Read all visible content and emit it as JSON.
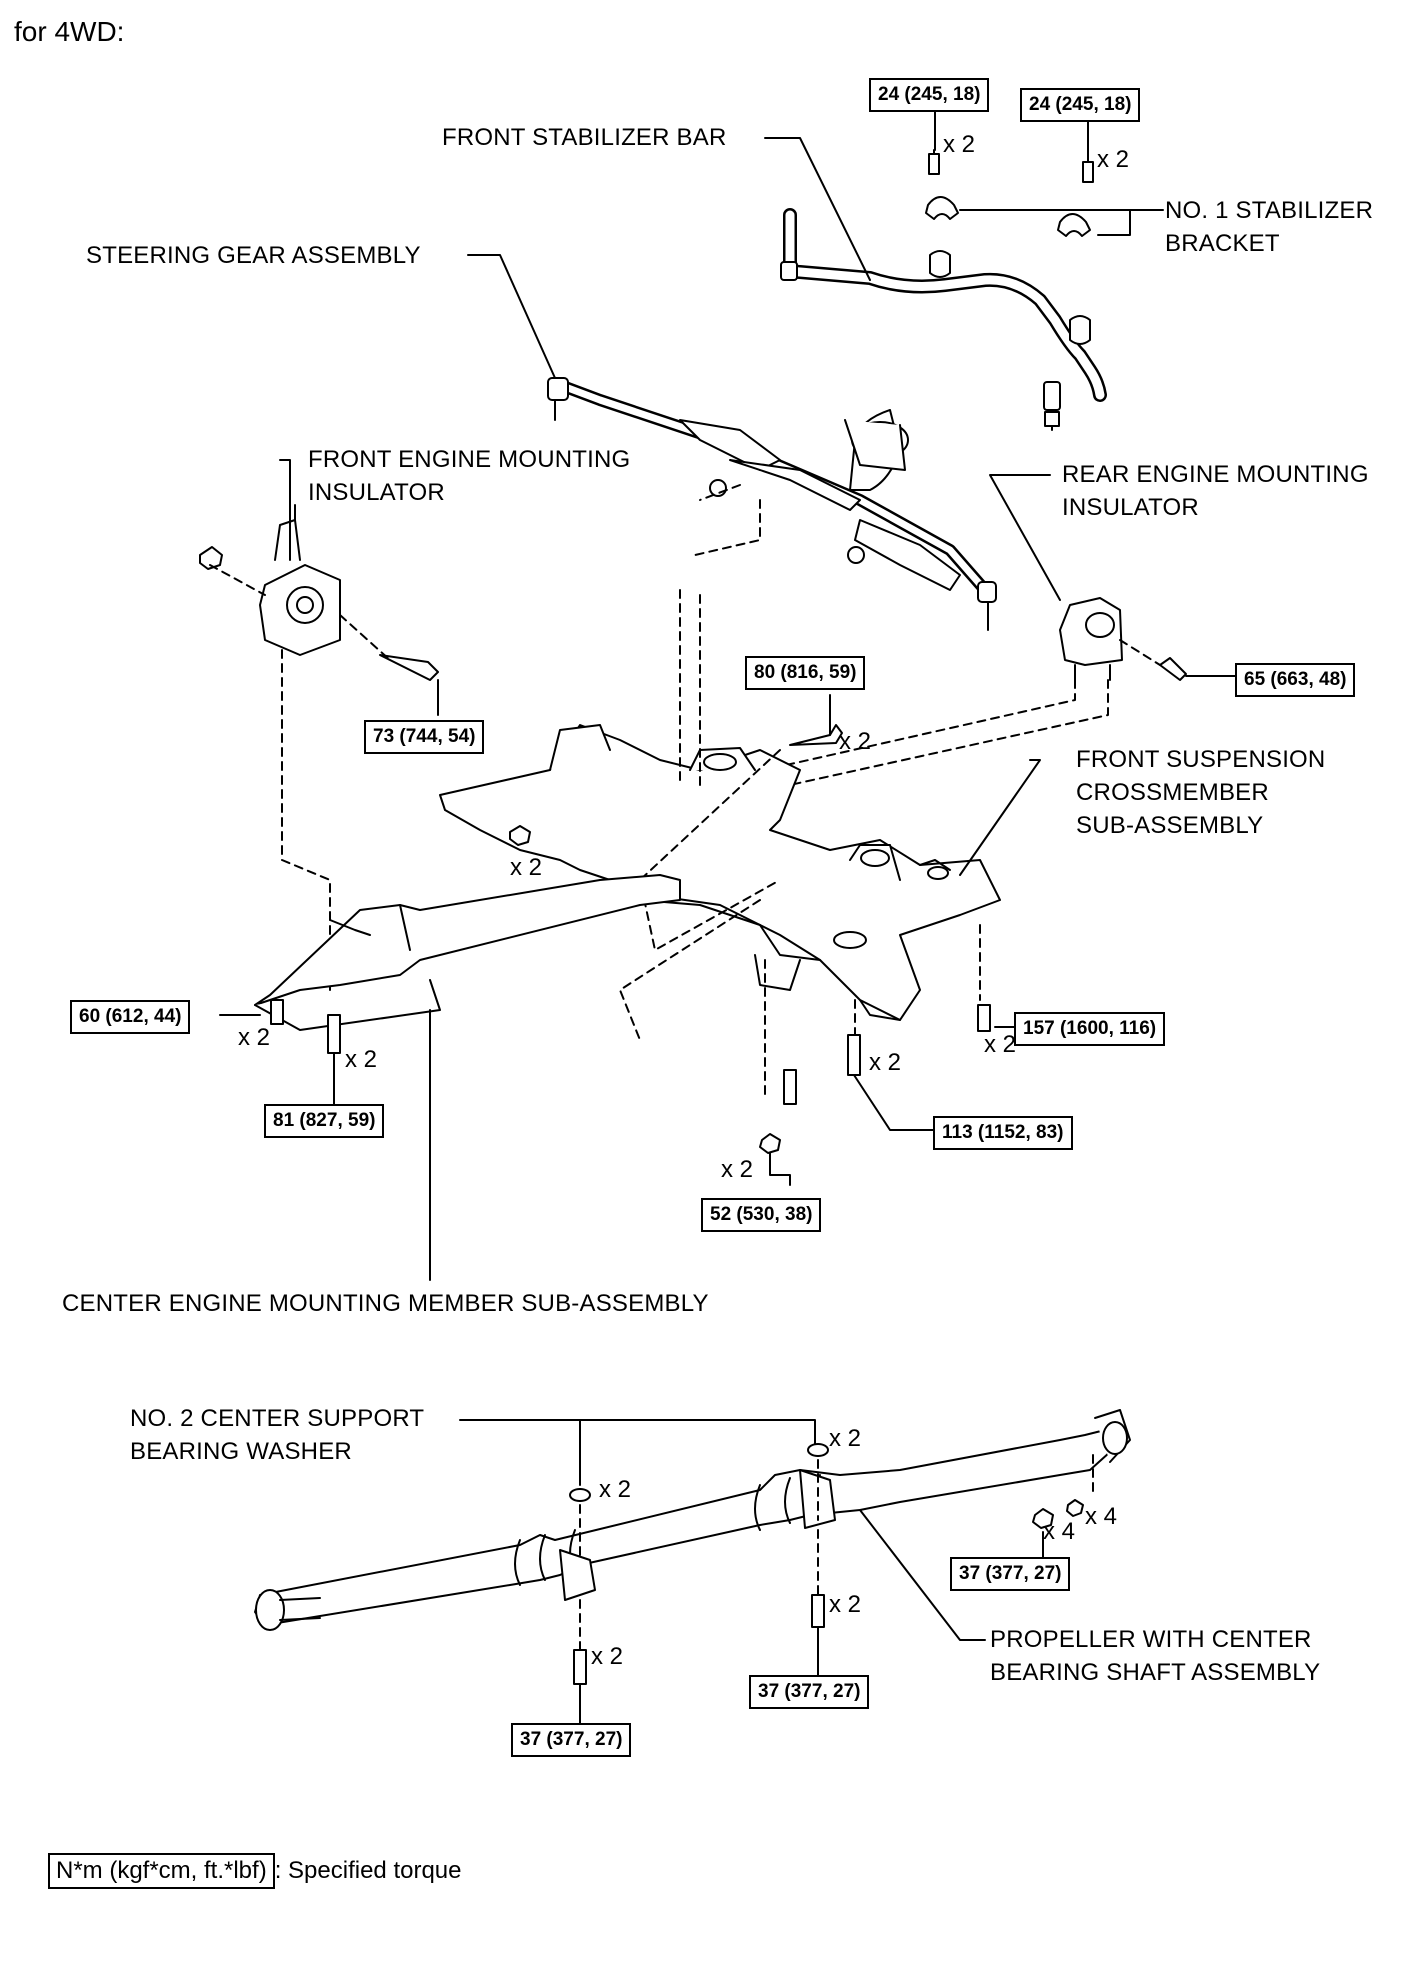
{
  "heading": "for 4WD:",
  "parts": {
    "front_stabilizer_bar": "FRONT STABILIZER BAR",
    "no1_stabilizer_bracket": [
      "NO. 1 STABILIZER",
      "BRACKET"
    ],
    "steering_gear_assembly": "STEERING GEAR ASSEMBLY",
    "front_engine_mounting_insulator": [
      "FRONT ENGINE MOUNTING",
      "INSULATOR"
    ],
    "rear_engine_mounting_insulator": [
      "REAR ENGINE MOUNTING",
      "INSULATOR"
    ],
    "front_suspension_crossmember": [
      "FRONT SUSPENSION",
      "CROSSMEMBER",
      "SUB-ASSEMBLY"
    ],
    "center_engine_mounting_member": "CENTER ENGINE MOUNTING MEMBER SUB-ASSEMBLY",
    "no2_center_support_bearing_washer": [
      "NO. 2 CENTER SUPPORT",
      "BEARING WASHER"
    ],
    "propeller_shaft": [
      "PROPELLER WITH CENTER",
      "BEARING SHAFT ASSEMBLY"
    ]
  },
  "torques": {
    "bracket_left": "24 (245, 18)",
    "bracket_right": "24 (245, 18)",
    "rear_mount_bolt": "65 (663, 48)",
    "crossmember_bolt": "80 (816, 59)",
    "front_mount_bolt": "73 (744, 54)",
    "center_member_front": "60 (612, 44)",
    "center_member_rear": "81 (827, 59)",
    "crossmember_rear": "157 (1600, 116)",
    "crossmember_lower": "113 (1152, 83)",
    "crossmember_center": "52 (530, 38)",
    "prop_flange_nuts": "37 (377, 27)",
    "prop_bearing_right": "37 (377, 27)",
    "prop_bearing_left": "37 (377, 27)"
  },
  "quantities": {
    "bracket_left": "x 2",
    "bracket_right": "x 2",
    "crossmember_bolt": "x 2",
    "crossmember_nut": "x 2",
    "center_member_front": "x 2",
    "center_member_rear": "x 2",
    "crossmember_rear": "x 2",
    "crossmember_lower": "x 2",
    "crossmember_center": "x 2",
    "prop_washer_left": "x 2",
    "prop_washer_right": "x 2",
    "prop_nuts_a": "x 4",
    "prop_nuts_b": "x 4",
    "prop_bolt_right": "x 2",
    "prop_bolt_left": "x 2"
  },
  "legend": {
    "unit": "N*m (kgf*cm, ft.*lbf)",
    "text": ": Specified torque"
  }
}
